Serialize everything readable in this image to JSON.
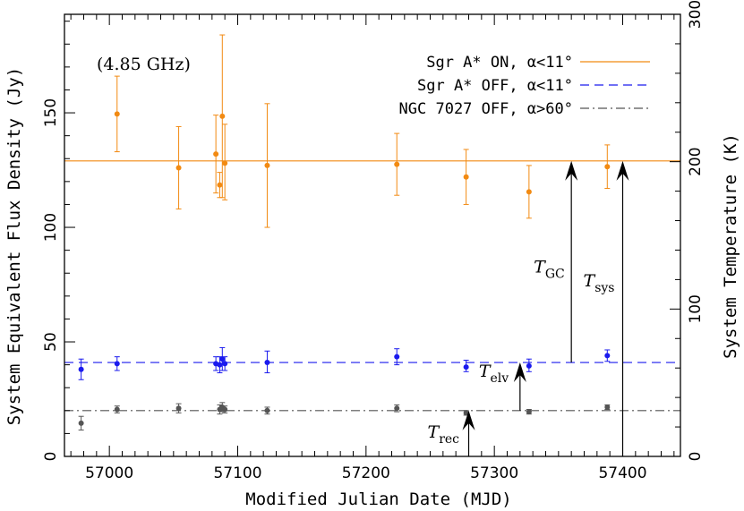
{
  "chart_data": {
    "type": "scatter",
    "xlabel": "Modified Julian Date (MJD)",
    "ylabel": "System Equivalent Flux Density (Jy)",
    "y2label": "System Temperature (K)",
    "xlim": [
      56965,
      57445
    ],
    "ylim": [
      0,
      193
    ],
    "y2lim": [
      0,
      300
    ],
    "x_ticks": [
      57000,
      57100,
      57200,
      57300,
      57400
    ],
    "y_ticks": [
      0,
      50,
      100,
      150
    ],
    "y2_ticks": [
      0,
      100,
      200,
      300
    ],
    "annotation": "(4.85 GHz)",
    "series": [
      {
        "name": "Sgr A* ON,   α<11°",
        "color": "#f28a12",
        "line_style": "solid",
        "level": 129,
        "points": [
          {
            "x": 57006,
            "y": 149.5,
            "lo": 133,
            "hi": 166
          },
          {
            "x": 57054,
            "y": 126,
            "lo": 108,
            "hi": 144
          },
          {
            "x": 57083,
            "y": 132,
            "lo": 115,
            "hi": 149
          },
          {
            "x": 57086,
            "y": 118.5,
            "lo": 113,
            "hi": 124
          },
          {
            "x": 57088,
            "y": 148.5,
            "lo": 113,
            "hi": 184
          },
          {
            "x": 57090,
            "y": 128,
            "lo": 112,
            "hi": 145
          },
          {
            "x": 57123,
            "y": 127,
            "lo": 100,
            "hi": 154
          },
          {
            "x": 57224,
            "y": 127.5,
            "lo": 114,
            "hi": 141
          },
          {
            "x": 57278,
            "y": 122,
            "lo": 110,
            "hi": 134
          },
          {
            "x": 57327,
            "y": 115.5,
            "lo": 104,
            "hi": 127
          },
          {
            "x": 57388,
            "y": 126.5,
            "lo": 117,
            "hi": 136
          }
        ]
      },
      {
        "name": "Sgr A* OFF, α<11°",
        "color": "#1a1aee",
        "line_style": "dashed",
        "level": 41,
        "points": [
          {
            "x": 56978,
            "y": 38,
            "lo": 33.5,
            "hi": 42.5
          },
          {
            "x": 57006,
            "y": 40.5,
            "lo": 37.5,
            "hi": 43.5
          },
          {
            "x": 57083,
            "y": 40.5,
            "lo": 37.5,
            "hi": 43.5
          },
          {
            "x": 57086,
            "y": 40,
            "lo": 36.5,
            "hi": 43.5
          },
          {
            "x": 57088,
            "y": 42.5,
            "lo": 37.5,
            "hi": 47.5
          },
          {
            "x": 57090,
            "y": 40.5,
            "lo": 37.5,
            "hi": 43.5
          },
          {
            "x": 57123,
            "y": 41,
            "lo": 36.5,
            "hi": 46
          },
          {
            "x": 57224,
            "y": 43.5,
            "lo": 40,
            "hi": 47
          },
          {
            "x": 57278,
            "y": 39,
            "lo": 37,
            "hi": 42
          },
          {
            "x": 57327,
            "y": 39.5,
            "lo": 37,
            "hi": 42.5
          },
          {
            "x": 57388,
            "y": 44,
            "lo": 41.5,
            "hi": 46.5
          }
        ]
      },
      {
        "name": "NGC 7027 OFF, α>60°",
        "color": "#555555",
        "line_style": "dashdot",
        "level": 20,
        "points": [
          {
            "x": 56978,
            "y": 14.5,
            "lo": 11.5,
            "hi": 17.5
          },
          {
            "x": 57006,
            "y": 20.5,
            "lo": 19,
            "hi": 22
          },
          {
            "x": 57054,
            "y": 21,
            "lo": 19,
            "hi": 23
          },
          {
            "x": 57086,
            "y": 20.5,
            "lo": 18.5,
            "hi": 22.5
          },
          {
            "x": 57088,
            "y": 21.5,
            "lo": 19.5,
            "hi": 23.5
          },
          {
            "x": 57090,
            "y": 20.5,
            "lo": 19,
            "hi": 22
          },
          {
            "x": 57123,
            "y": 20,
            "lo": 18.5,
            "hi": 21.5
          },
          {
            "x": 57224,
            "y": 21,
            "lo": 19.5,
            "hi": 22.5
          },
          {
            "x": 57278,
            "y": 19,
            "lo": 18,
            "hi": 20
          },
          {
            "x": 57327,
            "y": 19.5,
            "lo": 18.5,
            "hi": 20.5
          },
          {
            "x": 57388,
            "y": 21.5,
            "lo": 20.5,
            "hi": 22.5
          }
        ]
      }
    ],
    "arrows": [
      {
        "name": "T-rec",
        "x": 57280,
        "y_from": 0,
        "y_to": 20,
        "label_main": "T",
        "label_sub": "rec"
      },
      {
        "name": "T-elv",
        "x": 57320,
        "y_from": 20,
        "y_to": 41,
        "label_main": "T",
        "label_sub": "elv"
      },
      {
        "name": "T-GC",
        "x": 57360,
        "y_from": 41,
        "y_to": 129,
        "label_main": "T",
        "label_sub": "GC"
      },
      {
        "name": "T-sys",
        "x": 57400,
        "y_from": 0,
        "y_to": 129,
        "label_main": "T",
        "label_sub": "sys"
      }
    ]
  }
}
